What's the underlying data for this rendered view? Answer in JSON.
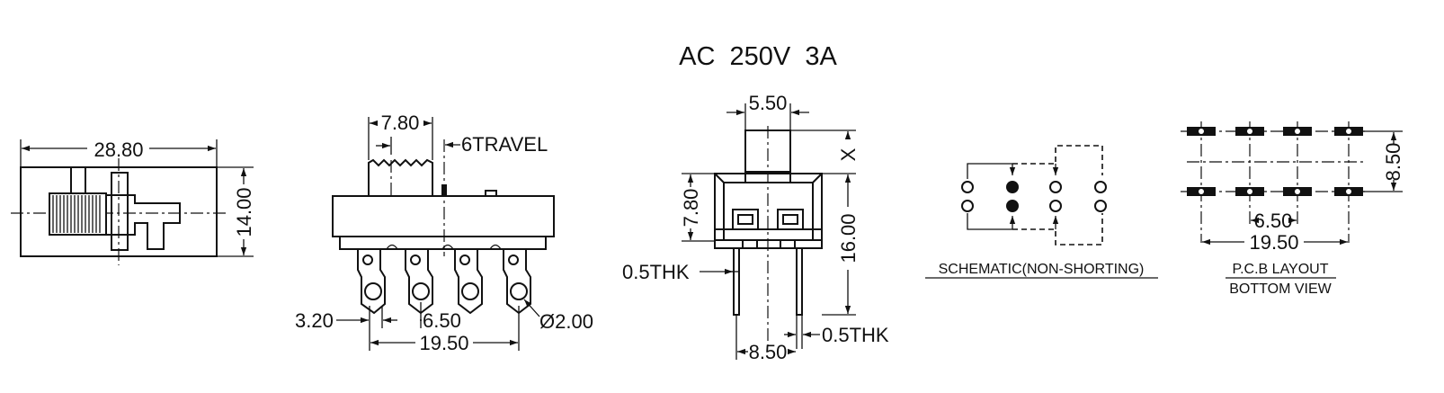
{
  "rating": "AC  250V  3A",
  "top_view": {
    "length": "28.80",
    "height": "14.00"
  },
  "side_view": {
    "actuator_width": "7.80",
    "travel": "6TRAVEL",
    "pin_offset": "3.20",
    "pitch": "6.50",
    "span": "19.50",
    "hole_dia": "Ø2.00"
  },
  "end_view": {
    "actuator_width": "5.50",
    "knob_height": "X",
    "actuator_height": "7.80",
    "body_height": "16.00",
    "thickness_top": "0.5THK",
    "thickness_bottom": "0.5THK",
    "pin_spacing": "8.50"
  },
  "schematic": {
    "label": "SCHEMATIC(NON-SHORTING)"
  },
  "pcb_layout": {
    "row_spacing": "8.50",
    "pitch": "6.50",
    "span": "19.50",
    "label_line1": "P.C.B LAYOUT",
    "label_line2": "BOTTOM VIEW"
  }
}
